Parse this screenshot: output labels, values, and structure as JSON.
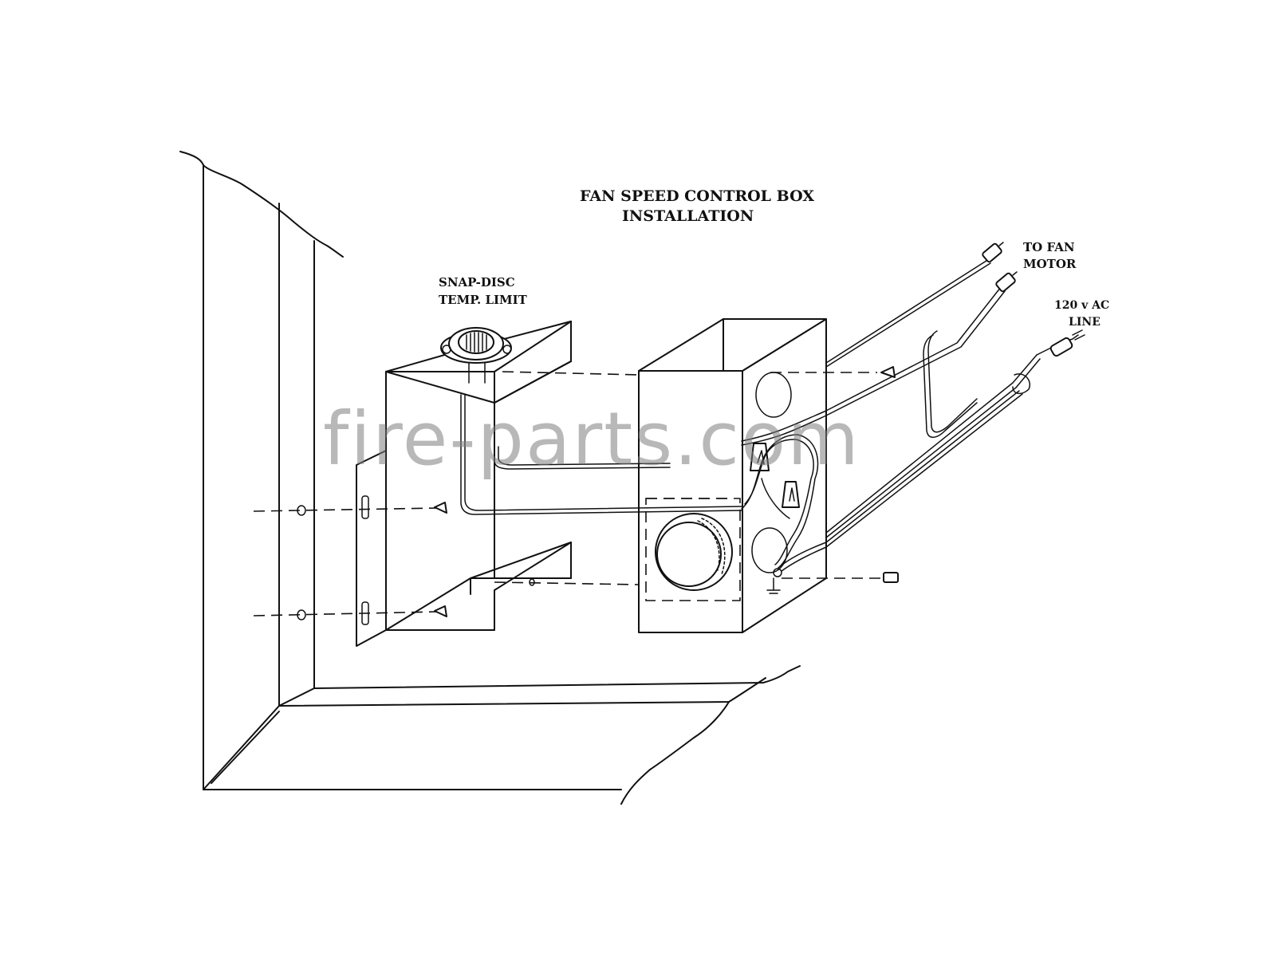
{
  "title": {
    "line1": "FAN SPEED CONTROL BOX",
    "line2": "INSTALLATION"
  },
  "labels": {
    "snap_disc_line1": "SNAP-DISC",
    "snap_disc_line2": "TEMP.  LIMIT",
    "to_fan_line1": "TO  FAN",
    "to_fan_line2": "MOTOR",
    "line_voltage_line1": "120 v  AC",
    "line_voltage_line2": "LINE"
  },
  "watermark": "fire-parts.com"
}
